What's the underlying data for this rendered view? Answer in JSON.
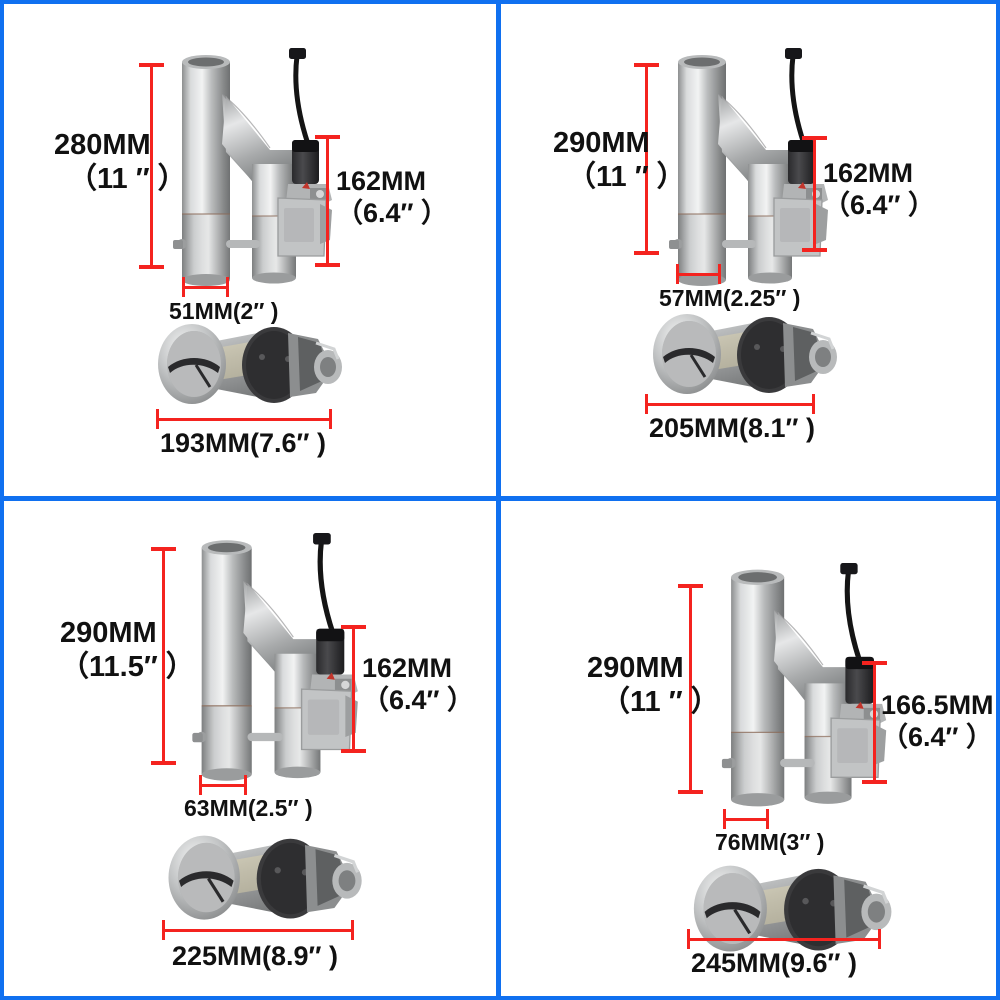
{
  "page": {
    "title": "Electric Exhaust Cutout Valve Size Chart",
    "layout": "2x2 grid of product dimension photos",
    "frame_color": "#1070f0",
    "dimension_line_color": "#f4231f",
    "background_color": "#ffffff"
  },
  "panels": [
    {
      "id": "panel-top-left",
      "position": "top-left",
      "product": "electric-exhaust-cutout-valve",
      "height_label": {
        "mm": "280MM",
        "inch": "（11 ″ ）"
      },
      "motor_label": {
        "mm": "162MM",
        "inch": "（6.4″ ）"
      },
      "pipe_label": "51MM(2″ )",
      "width_label": "193MM(7.6″ )"
    },
    {
      "id": "panel-top-right",
      "position": "top-right",
      "product": "electric-exhaust-cutout-valve",
      "height_label": {
        "mm": "290MM",
        "inch": "（11 ″ ）"
      },
      "motor_label": {
        "mm": "162MM",
        "inch": "（6.4″ ）"
      },
      "pipe_label": "57MM(2.25″ )",
      "width_label": "205MM(8.1″ )"
    },
    {
      "id": "panel-bottom-left",
      "position": "bottom-left",
      "product": "electric-exhaust-cutout-valve",
      "height_label": {
        "mm": "290MM",
        "inch": "（11.5″ ）"
      },
      "motor_label": {
        "mm": "162MM",
        "inch": "（6.4″ ）"
      },
      "pipe_label": "63MM(2.5″ )",
      "width_label": "225MM(8.9″ )"
    },
    {
      "id": "panel-bottom-right",
      "position": "bottom-right",
      "product": "electric-exhaust-cutout-valve",
      "height_label": {
        "mm": "290MM",
        "inch": "（11 ″ ）"
      },
      "motor_label": {
        "mm": "166.5MM",
        "inch": "（6.4″ ）"
      },
      "pipe_label": "76MM(3″ )",
      "width_label": "245MM(9.6″ )"
    }
  ],
  "icons": {
    "dimension_arrow_vertical": "vertical-dimension-line",
    "dimension_arrow_horizontal": "horizontal-dimension-line",
    "product_side_view": "y-pipe-cutout-valve-side-view",
    "product_end_view": "y-pipe-cutout-valve-end-view"
  }
}
